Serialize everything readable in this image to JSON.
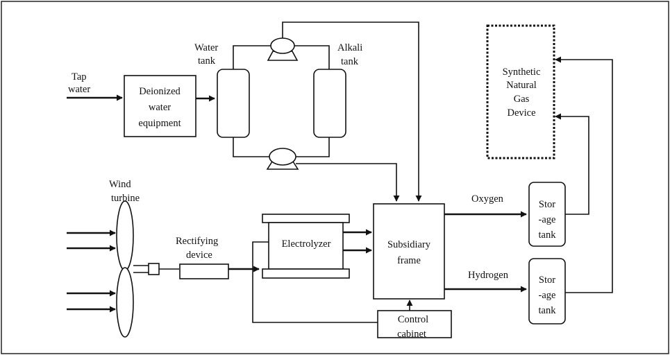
{
  "labels": {
    "tap_water": [
      "Tap",
      "water"
    ],
    "deionized": [
      "Deionized",
      "water",
      "equipment"
    ],
    "water_tank": [
      "Water",
      "tank"
    ],
    "alkali_tank": [
      "Alkali",
      "tank"
    ],
    "synthetic_gas": [
      "Synthetic",
      "Natural",
      "Gas",
      "Device"
    ],
    "wind_turbine": [
      "Wind",
      "turbine"
    ],
    "rectifying": [
      "Rectifying",
      "device"
    ],
    "electrolyzer": "Electrolyzer",
    "subsidiary": [
      "Subsidiary",
      "frame"
    ],
    "oxygen": "Oxygen",
    "hydrogen": "Hydrogen",
    "storage_tank": [
      "Stor",
      "-age",
      "tank"
    ],
    "control_cabinet": [
      "Control",
      "cabinet"
    ]
  }
}
